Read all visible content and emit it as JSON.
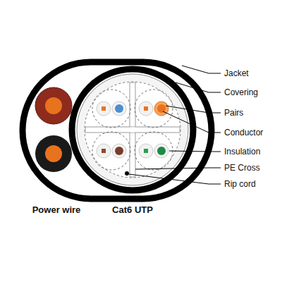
{
  "diagram": {
    "labels": [
      "Jacket",
      "Covering",
      "Pairs",
      "Conductor",
      "Insulation",
      "PE Cross",
      "Rip cord",
      "Power wire",
      "Cat6 UTP"
    ]
  }
}
